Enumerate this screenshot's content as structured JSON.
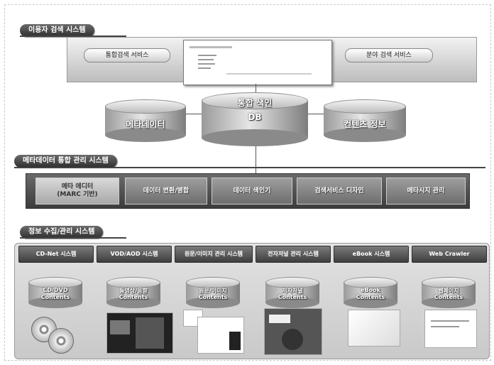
{
  "sections": {
    "user_search": "이용자 검색 시스템",
    "metadata_mgmt": "메타데이터 통합 관리 시스템",
    "collection": "정보 수집/관리 시스템"
  },
  "user_search": {
    "left_service": "통합검색 서비스",
    "right_service": "분야 검색 서비스"
  },
  "databases": {
    "metadata": "메타데이터",
    "center_line1": "통합 색인",
    "center_line2": "DB",
    "contents": "컨텐츠 정보"
  },
  "metadata_tools": [
    {
      "line1": "메타 에디터",
      "line2": "(MARC 기반)"
    },
    {
      "line1": "데이터 변환/병합",
      "line2": ""
    },
    {
      "line1": "데이터 색인기",
      "line2": ""
    },
    {
      "line1": "검색서비스 디자인",
      "line2": ""
    },
    {
      "line1": "메타시지 관리",
      "line2": ""
    }
  ],
  "collection_systems": [
    {
      "header": "CD-Net 시스템",
      "db_line1": "CD/DVD",
      "db_line2": "Contents"
    },
    {
      "header": "VOD/AOD 시스템",
      "db_line1": "동영상/음향",
      "db_line2": "Contents"
    },
    {
      "header": "원문/이미지 관리 시스템",
      "db_line1": "원문/이미지",
      "db_line2": "Contents"
    },
    {
      "header": "전자저널 관리 시스템",
      "db_line1": "저자저널",
      "db_line2": "Contents"
    },
    {
      "header": "eBook 시스템",
      "db_line1": "eBook",
      "db_line2": "Contents"
    },
    {
      "header": "Web Crawler",
      "db_line1": "웹페이지",
      "db_line2": "Contents"
    }
  ]
}
